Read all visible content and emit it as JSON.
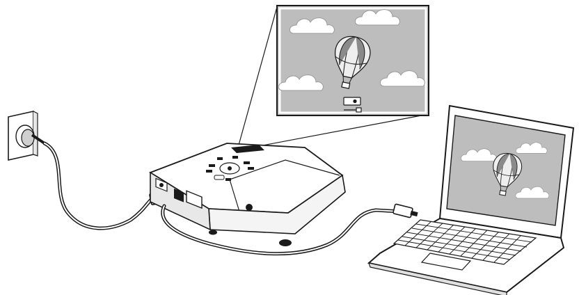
{
  "diagram": {
    "kind": "projector-to-laptop USB connection illustration",
    "colors": {
      "outline": "#1a1a1a",
      "device_fill": "#ffffff",
      "screen_sky": "#bdbdbd",
      "cloud": "#ffffff",
      "balloon_light": "#f2f2f2",
      "balloon_dark": "#7a7a7a",
      "cable": "#1a1a1a"
    },
    "elements": {
      "wall_outlet": "power-outlet",
      "power_cable": "power-cable",
      "projector": "projector",
      "usb_cable": "usb-cable",
      "laptop": "laptop",
      "callout_screen": "projected-image-callout",
      "source_indicator": "usb-display-icon"
    }
  }
}
